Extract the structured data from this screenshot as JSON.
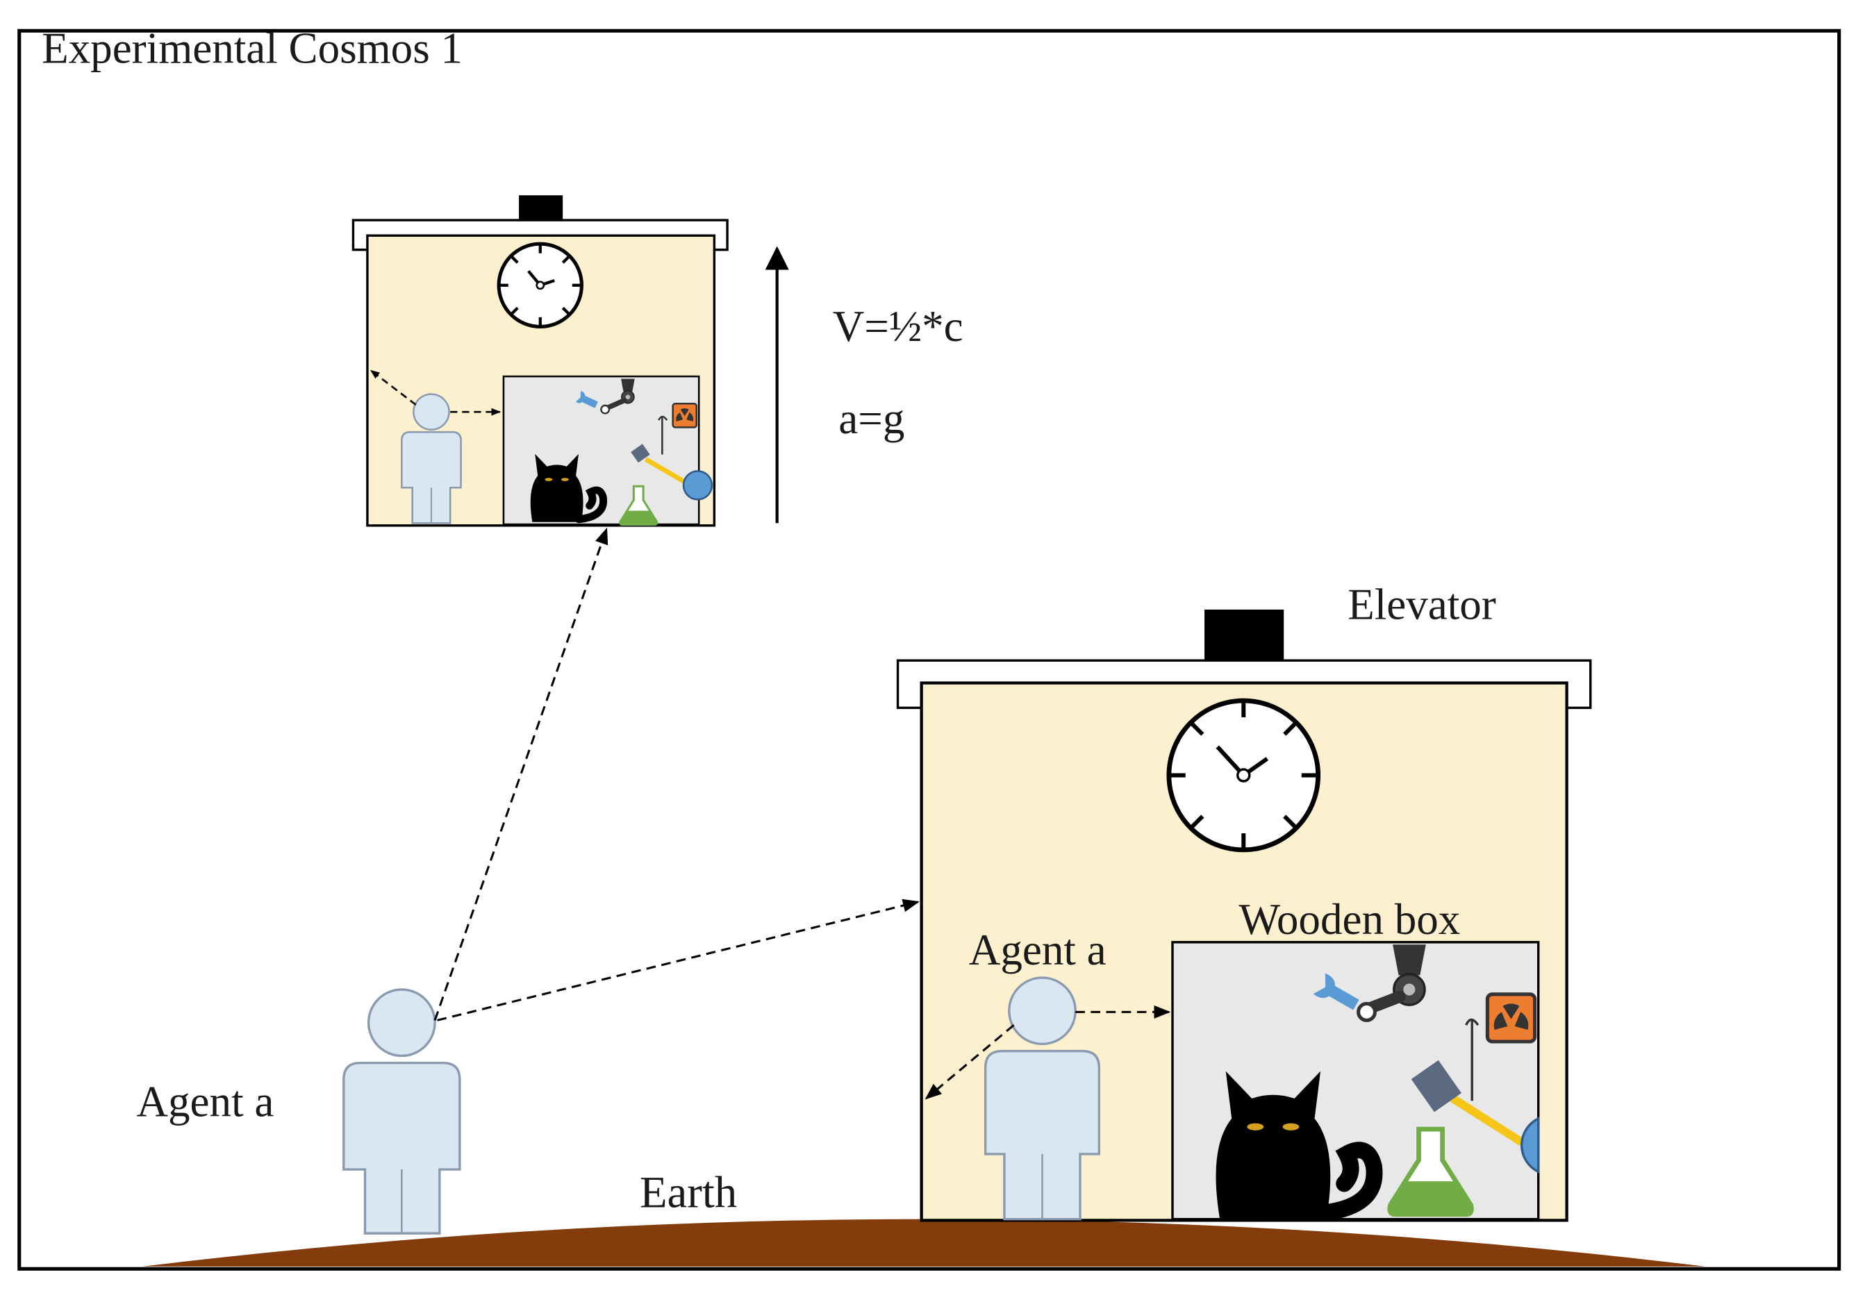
{
  "diagram": {
    "title": "Experimental Cosmos 1",
    "moving_elevator": {
      "velocity_label": "V=½*c",
      "acceleration_label": "a=g"
    },
    "labels": {
      "elevator": "Elevator",
      "wooden_box": "Wooden box",
      "agent_inside": "Agent a",
      "agent_outside": "Agent a",
      "earth": "Earth"
    },
    "colors": {
      "elevator_fill": "#fdf0cf",
      "box_fill": "#e8e8e8",
      "agent_fill": "#dbe6f3",
      "earth_fill": "#843c0c",
      "flask_liquid": "#70ad47",
      "hammer_handle": "#f5c518",
      "ball": "#5b9bd5",
      "radiation_box": "#ed7d31",
      "wrench": "#5b9bd5"
    },
    "icons": [
      "clock-icon",
      "person-icon",
      "cat-icon",
      "robot-arm-icon",
      "wrench-icon",
      "hammer-icon",
      "flask-icon",
      "radiation-icon",
      "ball-icon"
    ]
  }
}
